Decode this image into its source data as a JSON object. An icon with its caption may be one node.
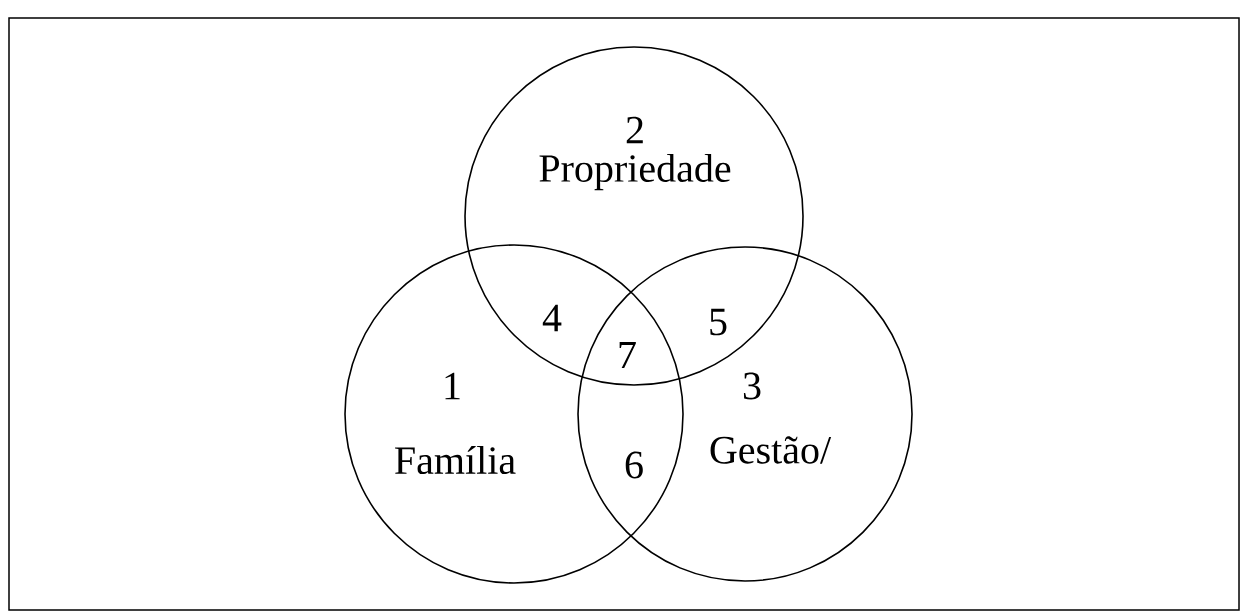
{
  "diagram": {
    "nodes": [
      {
        "text": [
          "2",
          "Propriedade"
        ]
      },
      {
        "text": [
          "1",
          "Família"
        ]
      },
      {
        "text": [
          "3",
          "Gestão/"
        ]
      }
    ],
    "labels": [
      "4",
      "5",
      "7",
      "6"
    ]
  }
}
